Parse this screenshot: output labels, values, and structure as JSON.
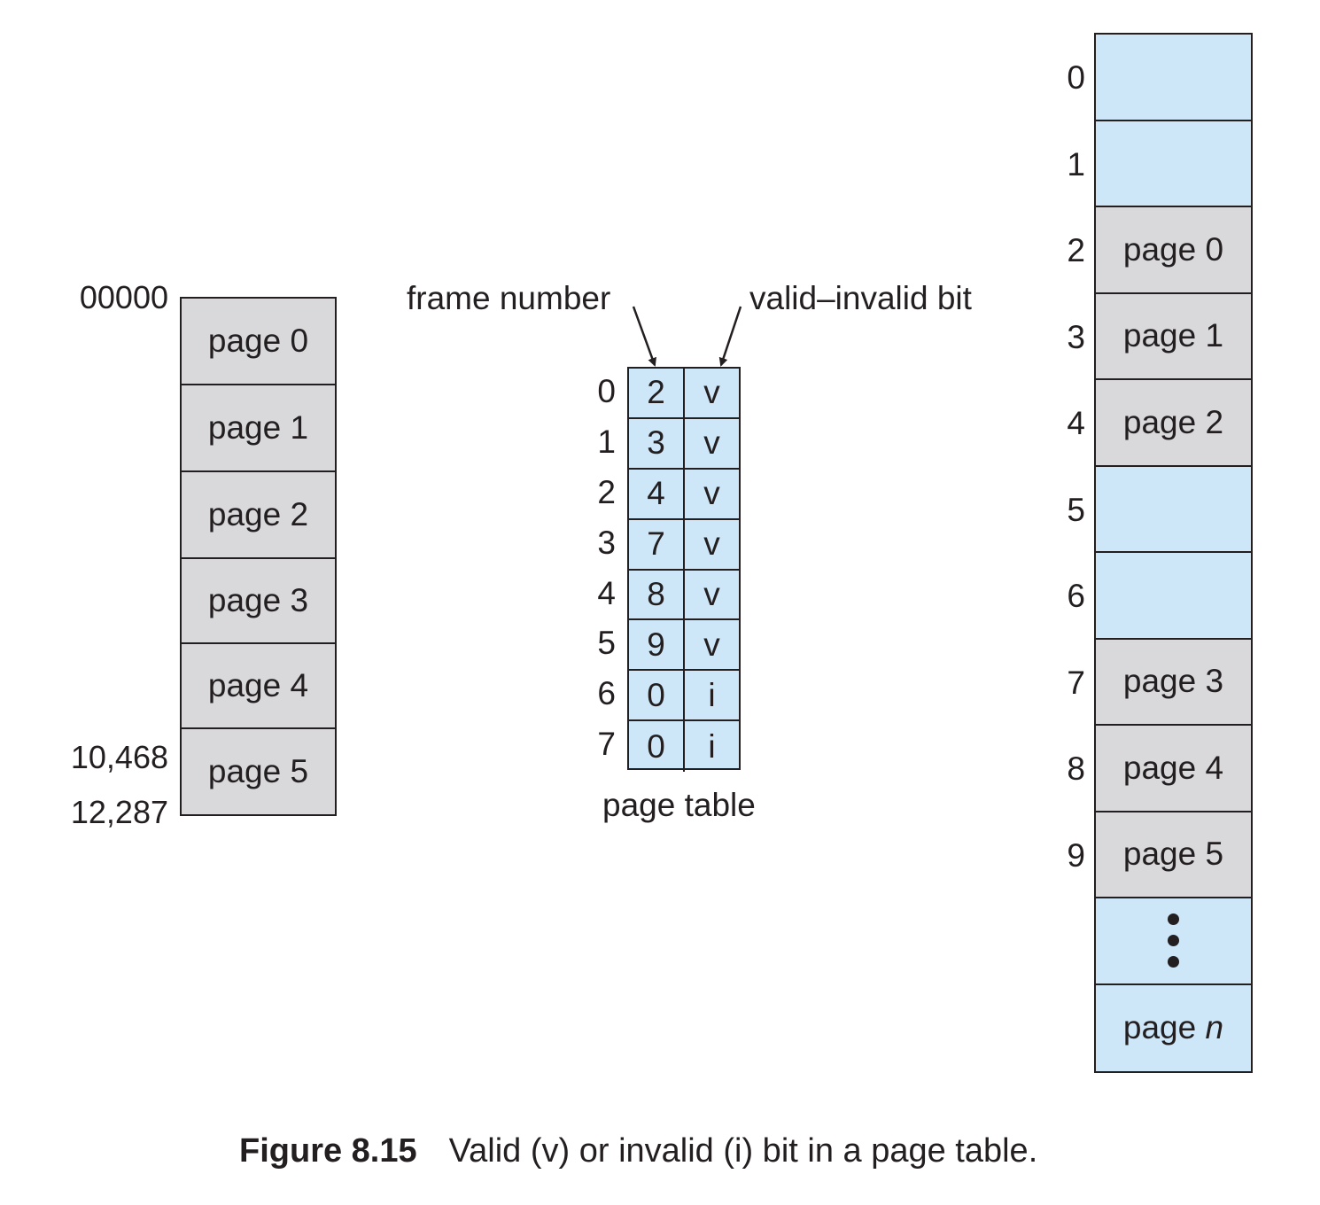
{
  "logical_memory": {
    "pages": [
      "page 0",
      "page 1",
      "page 2",
      "page 3",
      "page 4",
      "page 5"
    ],
    "addresses": {
      "start": "00000",
      "mid": "10,468",
      "end": "12,287"
    }
  },
  "page_table": {
    "frame_label": "frame number",
    "bit_label": "valid–invalid bit",
    "caption": "page table",
    "rows": [
      {
        "index": "0",
        "frame": "2",
        "bit": "v"
      },
      {
        "index": "1",
        "frame": "3",
        "bit": "v"
      },
      {
        "index": "2",
        "frame": "4",
        "bit": "v"
      },
      {
        "index": "3",
        "frame": "7",
        "bit": "v"
      },
      {
        "index": "4",
        "frame": "8",
        "bit": "v"
      },
      {
        "index": "5",
        "frame": "9",
        "bit": "v"
      },
      {
        "index": "6",
        "frame": "0",
        "bit": "i"
      },
      {
        "index": "7",
        "frame": "0",
        "bit": "i"
      }
    ]
  },
  "physical_memory": {
    "frames": [
      {
        "index": "0",
        "content": ""
      },
      {
        "index": "1",
        "content": ""
      },
      {
        "index": "2",
        "content": "page 0"
      },
      {
        "index": "3",
        "content": "page 1"
      },
      {
        "index": "4",
        "content": "page 2"
      },
      {
        "index": "5",
        "content": ""
      },
      {
        "index": "6",
        "content": ""
      },
      {
        "index": "7",
        "content": "page 3"
      },
      {
        "index": "8",
        "content": "page 4"
      },
      {
        "index": "9",
        "content": "page 5"
      }
    ],
    "last_frame": {
      "word": "page",
      "var": "n"
    }
  },
  "caption": {
    "figure": "Figure 8.15",
    "text": "Valid (v) or invalid (i) bit in a page table."
  },
  "colors": {
    "page_fill": "#d9d9db",
    "free_fill": "#cde6f8",
    "stroke": "#231f20"
  }
}
